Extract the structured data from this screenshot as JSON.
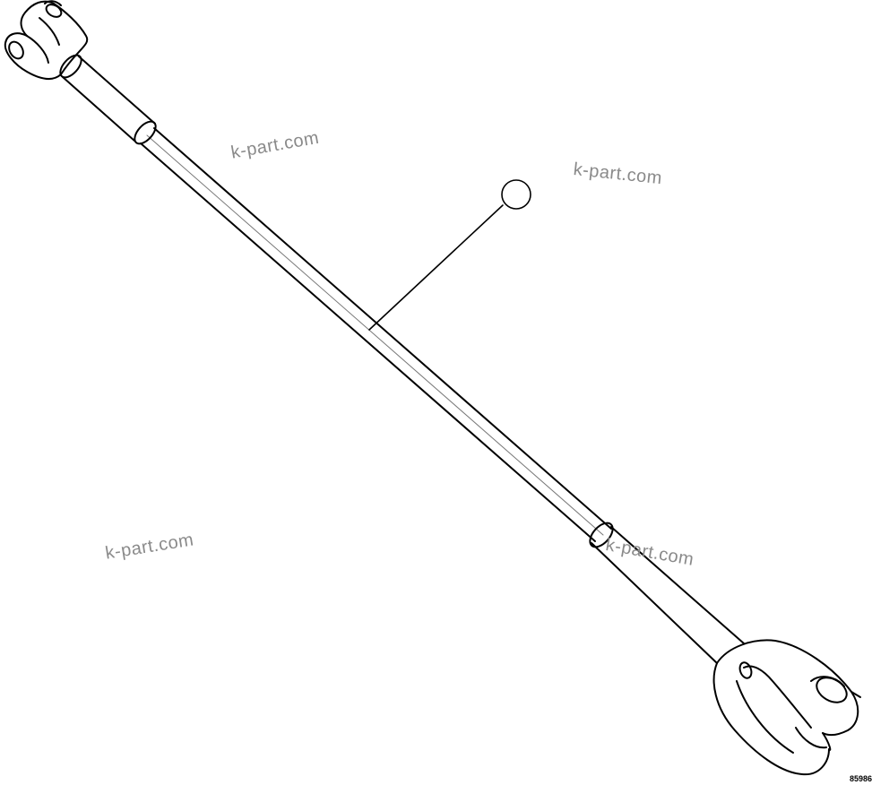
{
  "diagram": {
    "type": "parts-illustration",
    "part": "control-rod-with-clevis-ends",
    "watermarks": [
      "k-part.com",
      "k-part.com",
      "k-part.com",
      "k-part.com"
    ],
    "drawing_number": "85986",
    "callout_balloon_label": "",
    "line_color": "#000000",
    "watermark_color": "#8a8a8a",
    "background_color": "#ffffff"
  }
}
